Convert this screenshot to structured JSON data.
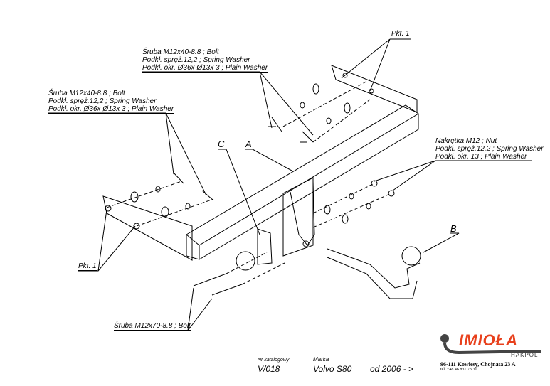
{
  "labels": {
    "top_block": [
      "Śruba M12x40-8.8 ;  Bolt",
      "Podkł. spręż.12,2 ; Spring Washer",
      "Podkł. okr.  Ø36x Ø13x 3 ; Plain Washer"
    ],
    "left_block": [
      "Śruba M12x40-8.8 ;  Bolt",
      "Podkł. spręż.12,2 ; Spring Washer",
      "Podkł. okr.  Ø36x Ø13x 3 ; Plain Washer"
    ],
    "right_block": [
      "Nakrętka  M12 ; Nut",
      "Podkł. spręż.12,2 ; Spring Washer",
      "Podkł. okr. 13 ; Plain Washer"
    ],
    "pkt_top": "Pkt. 1",
    "pkt_left": "Pkt. 1",
    "bottom_bolt": "Śruba M12x70-8.8 ;  Bolt",
    "part_a": "A",
    "part_b": "B",
    "part_c": "C"
  },
  "title_block": {
    "catalog_label": "Nr katalogowy",
    "catalog_value": "V/018",
    "make_label": "Marka",
    "make_value": "Volvo S80",
    "year": "od  2006 - >",
    "logo_text": "IMIOŁA",
    "logo_sub": "HAKPOL",
    "address": "96-111 Kowiesy, Chojnata 23 A",
    "phone": "tel. +48 46 831 73 31",
    "brand_color": "#e8401c"
  }
}
